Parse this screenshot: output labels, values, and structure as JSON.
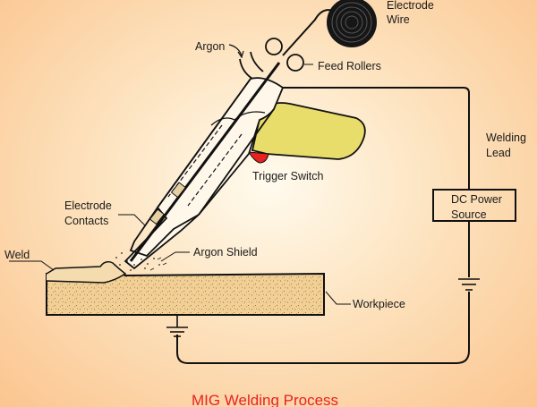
{
  "title": "MIG Welding Process",
  "labels": {
    "electrode_wire_line1": "Electrode",
    "electrode_wire_line2": "Wire",
    "argon": "Argon",
    "feed_rollers": "Feed Rollers",
    "welding_lead_line1": "Welding",
    "welding_lead_line2": "Lead",
    "trigger_switch": "Trigger Switch",
    "dc_power_line1": "DC Power",
    "dc_power_line2": "Source",
    "electrode_contacts_line1": "Electrode",
    "electrode_contacts_line2": "Contacts",
    "argon_shield": "Argon Shield",
    "weld": "Weld",
    "workpiece": "Workpiece"
  },
  "colors": {
    "background_center": "#fffbee",
    "background_edge": "#fbc58f",
    "handle": "#e8dc6a",
    "trigger": "#e8221f",
    "title": "#e8221f",
    "workpiece": "#f1cf95"
  }
}
